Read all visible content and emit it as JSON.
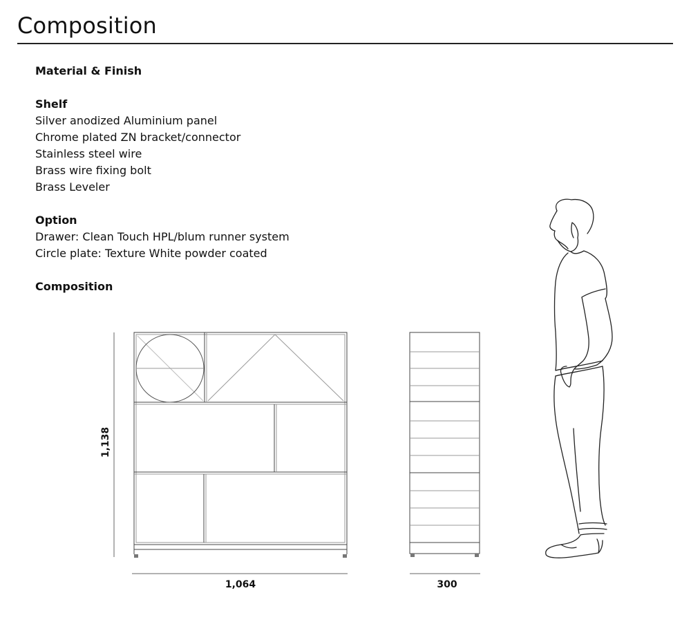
{
  "header": {
    "title": "Composition"
  },
  "spec": {
    "material_heading": "Material & Finish",
    "shelf_heading": "Shelf",
    "shelf_items": [
      "Silver anodized Aluminium panel",
      "Chrome plated ZN bracket/connector",
      "Stainless steel wire",
      "Brass wire fixing bolt",
      "Brass Leveler"
    ],
    "option_heading": "Option",
    "option_items": [
      "Drawer: Clean Touch HPL/blum runner system",
      "Circle plate: Texture White powder coated"
    ],
    "composition_heading": "Composition"
  },
  "dimensions": {
    "height": "1,138",
    "width": "1,064",
    "depth": "300"
  }
}
